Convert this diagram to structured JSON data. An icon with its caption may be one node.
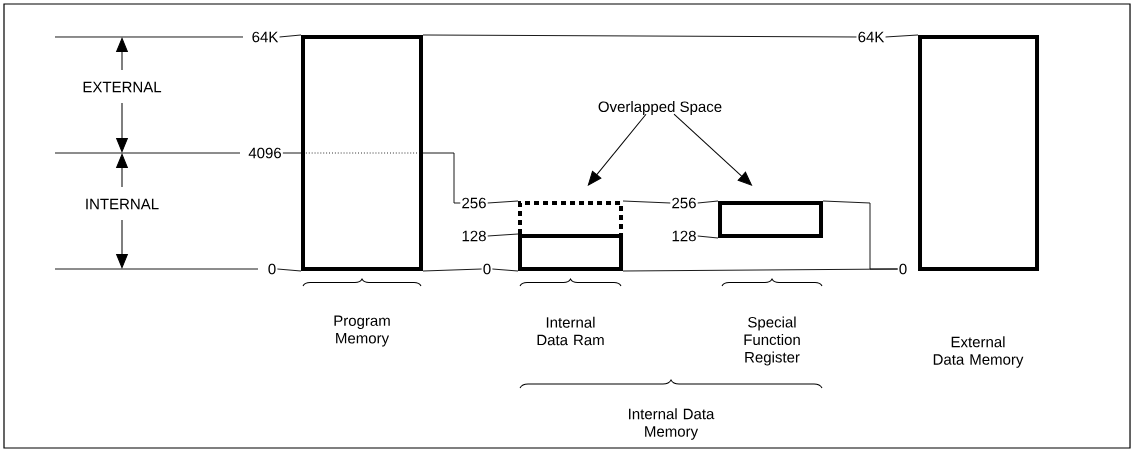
{
  "diagram": {
    "nodes": [
      {
        "text": [
          "Overlapped Space"
        ]
      },
      {
        "text": [
          "64K"
        ]
      },
      {
        "text": [],
        "shape": "box",
        "beside": [
          "Program Memory"
        ]
      },
      {
        "text": [
          "64K"
        ]
      },
      {
        "text": [],
        "shape": "box"
      },
      {
        "text": [
          "4096"
        ]
      },
      {
        "text": [
          "256"
        ]
      },
      {
        "text": [],
        "shape": "box"
      },
      {
        "text": [
          "256"
        ]
      },
      {
        "text": [],
        "shape": "box"
      },
      {
        "text": [
          "128"
        ]
      },
      {
        "text": [],
        "shape": "box",
        "beside": [
          "Internal Data Ram"
        ]
      },
      {
        "text": [
          "128"
        ]
      },
      {
        "text": [
          "0"
        ]
      },
      {
        "text": [
          "0"
        ]
      },
      {
        "text": [
          "0"
        ]
      }
    ],
    "edges": [
      {
        "from": 0,
        "to": 7,
        "arrow": "to"
      },
      {
        "from": 0,
        "to": 9,
        "arrow": "to"
      },
      {
        "from": 1,
        "to": 2,
        "arrow": "none"
      },
      {
        "from": 2,
        "to": 3,
        "arrow": "none"
      },
      {
        "from": 3,
        "to": 4,
        "arrow": "none"
      },
      {
        "from": 5,
        "to": 2,
        "arrow": "none"
      },
      {
        "from": 2,
        "to": 6,
        "arrow": "none"
      },
      {
        "from": 6,
        "to": 7,
        "arrow": "none"
      },
      {
        "from": 7,
        "to": 8,
        "arrow": "none"
      },
      {
        "from": 8,
        "to": 9,
        "arrow": "none"
      },
      {
        "from": 10,
        "to": 11,
        "arrow": "none"
      },
      {
        "from": 12,
        "to": 9,
        "arrow": "none"
      },
      {
        "from": 13,
        "to": 2,
        "arrow": "none"
      },
      {
        "from": 2,
        "to": 14,
        "arrow": "none"
      },
      {
        "from": 14,
        "to": 11,
        "arrow": "none"
      },
      {
        "from": 11,
        "to": 15,
        "arrow": "none"
      },
      {
        "from": 9,
        "to": 15,
        "arrow": "none"
      }
    ],
    "labels": [
      "EXTERNAL",
      "INTERNAL",
      "Special Function Register",
      "External Data Memory",
      "Internal Data Memory"
    ]
  }
}
